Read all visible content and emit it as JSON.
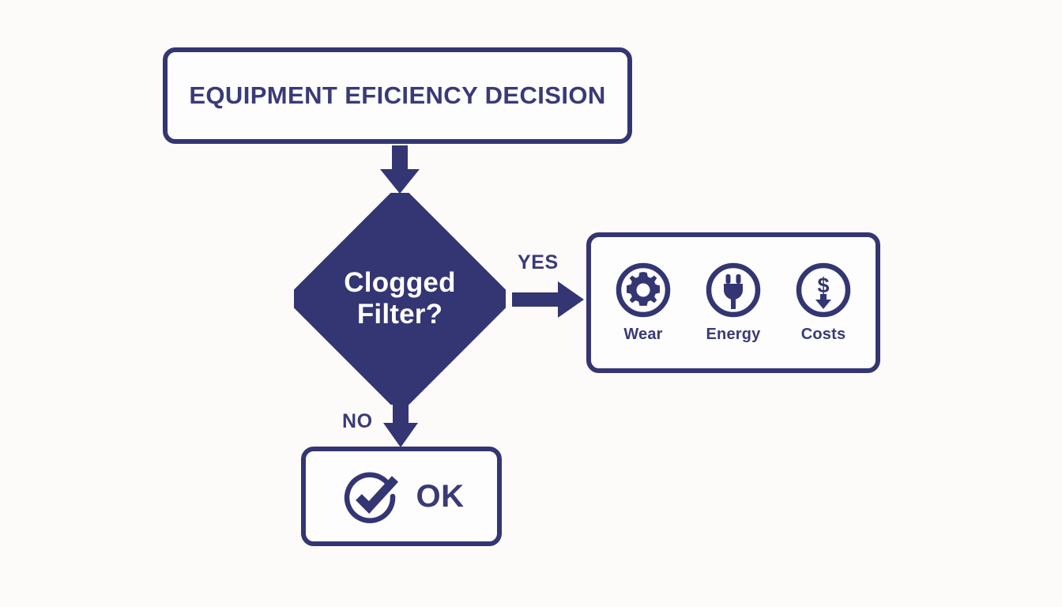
{
  "diagram": {
    "type": "flowchart",
    "title": "Equipment Eficiency Decision",
    "background_color": "#fcfbfa",
    "accent_color": "#343573",
    "text_color": "#3a3a78"
  },
  "start_node": {
    "label": "EQUIPMENT EFICIENCY DECISION"
  },
  "decision_node": {
    "line1": "Clogged",
    "line2": "Filter?",
    "fill_color": "#343573",
    "text_color": "#ffffff"
  },
  "branches": {
    "yes_label": "YES",
    "no_label": "NO"
  },
  "consequences_panel": {
    "items": [
      {
        "icon": "gear-icon",
        "label": "Wear"
      },
      {
        "icon": "plug-icon",
        "label": "Energy"
      },
      {
        "icon": "dollar-down-icon",
        "label": "Costs"
      }
    ]
  },
  "end_node": {
    "icon": "check-circle-icon",
    "label": "OK"
  }
}
